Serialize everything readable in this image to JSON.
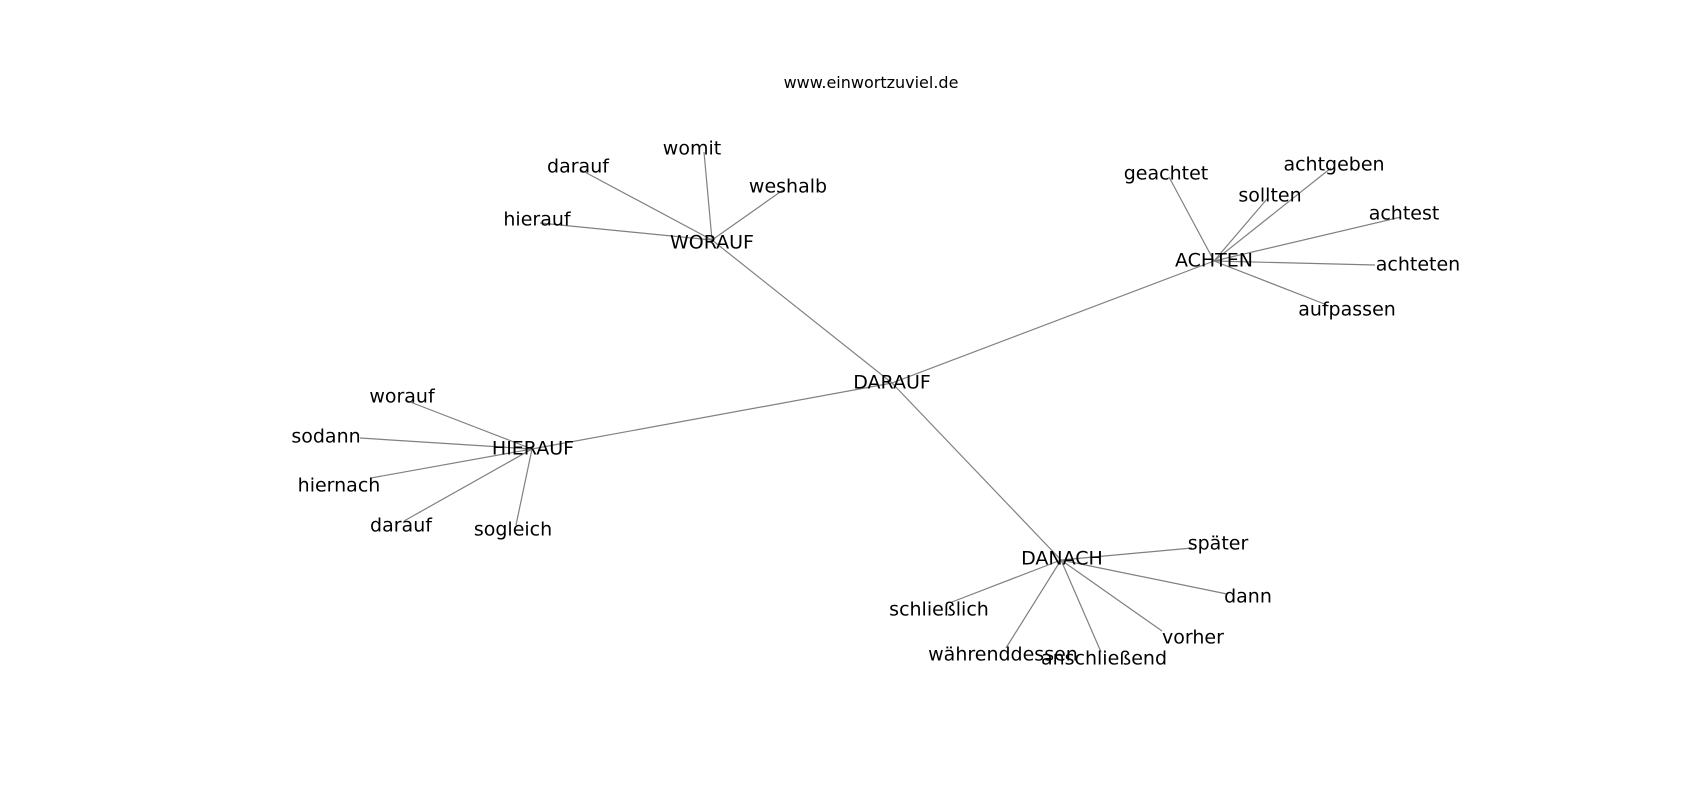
{
  "header": {
    "site": "www.einwortzuviel.de"
  },
  "graph": {
    "center": "DARAUF",
    "hubs": [
      {
        "label": "WORAUF",
        "words": [
          "womit",
          "darauf",
          "weshalb",
          "hierauf"
        ]
      },
      {
        "label": "ACHTEN",
        "words": [
          "geachtet",
          "achtgeben",
          "sollten",
          "achtest",
          "achteten",
          "aufpassen"
        ]
      },
      {
        "label": "HIERAUF",
        "words": [
          "worauf",
          "sodann",
          "hiernach",
          "darauf",
          "sogleich"
        ]
      },
      {
        "label": "DANACH",
        "words": [
          "später",
          "dann",
          "schließlich",
          "vorher",
          "währenddessen",
          "anschließend"
        ]
      }
    ]
  }
}
